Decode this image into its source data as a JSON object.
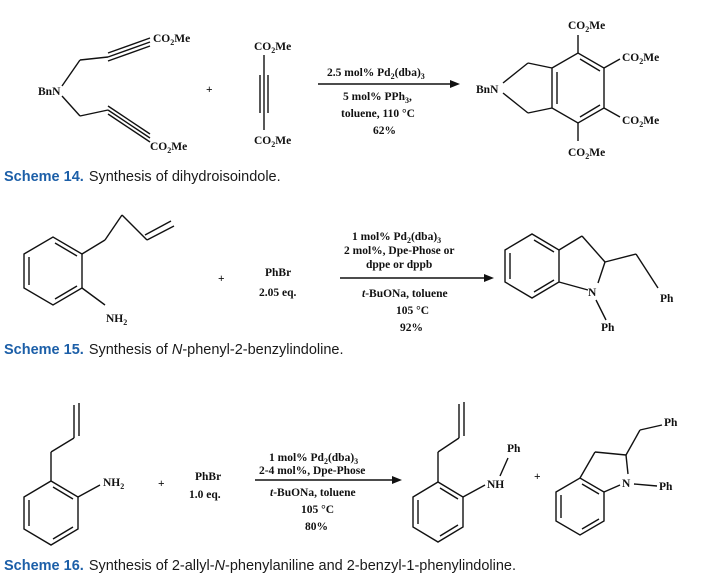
{
  "scheme14": {
    "caption_label": "Scheme 14.",
    "caption_text": "Synthesis of dihydroisoindole.",
    "conditions": [
      "2.5 mol% Pd2(dba)3",
      "5 mol% PPh3,",
      "toluene, 110 °C",
      "62%"
    ],
    "labels": {
      "bn_left": "BnN",
      "bn_right": "BnN",
      "co2me": "CO2Me"
    },
    "plus": "+"
  },
  "scheme15": {
    "caption_label": "Scheme 15.",
    "caption_text_pre": "Synthesis of ",
    "caption_text_italic": "N",
    "caption_text_post": "-phenyl-2-benzylindoline.",
    "conditions_above": [
      "1 mol% Pd2(dba)3",
      "2 mol%, Dpe-Phose or",
      "dppe or dppb"
    ],
    "conditions_below": [
      "t-BuONa, toluene",
      "105 °C",
      "92%"
    ],
    "reagent": [
      "PhBr",
      "2.05 eq."
    ],
    "labels": {
      "nh2": "NH2",
      "n": "N",
      "ph_n": "Ph",
      "ph_ch2": "Ph"
    },
    "plus": "+"
  },
  "scheme16": {
    "caption_label": "Scheme 16.",
    "caption_text_pre": "Synthesis of 2-allyl-",
    "caption_text_italic": "N",
    "caption_text_post": "-phenylaniline and 2-benzyl-1-phenylindoline.",
    "conditions_above": [
      "1 mol% Pd2(dba)3",
      "2-4 mol%, Dpe-Phose"
    ],
    "conditions_below": [
      "t-BuONa, toluene",
      "105 °C",
      "80%"
    ],
    "reagent": [
      "PhBr",
      "1.0 eq."
    ],
    "labels": {
      "nh2": "NH2",
      "nh": "NH",
      "n": "N",
      "ph": "Ph"
    },
    "plus": "+"
  }
}
